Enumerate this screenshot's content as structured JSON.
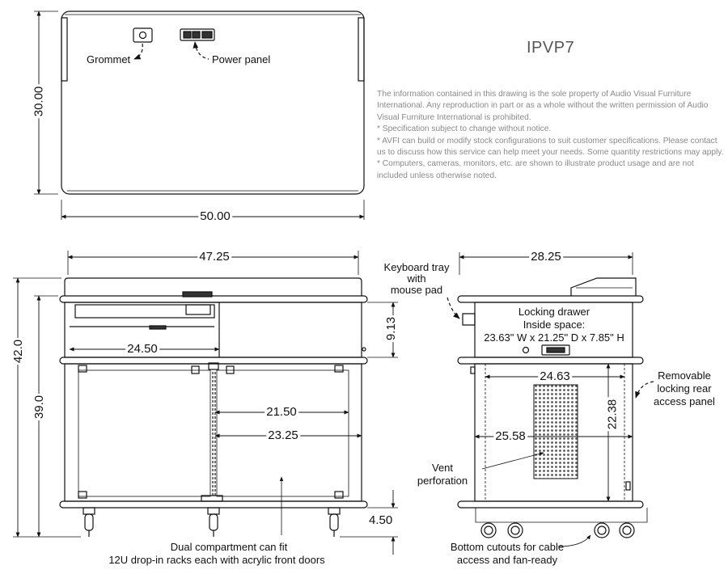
{
  "model": "IPVP7",
  "notes": [
    "The information contained in this drawing is the sole property of Audio Visual Furniture International. Any reproduction in part or as a whole without the written permission of Audio Visual Furniture International is prohibited.",
    "* Specification subject to change without notice.",
    "* AVFI can build or modify stock configurations to suit customer specifications. Please contact us to discuss how this service can help meet your needs. Some quantity restrictions may apply.",
    "* Computers, cameras, monitors, etc. are shown to illustrate product usage and are not included unless otherwise noted."
  ],
  "top_view": {
    "width": "50.00",
    "depth": "30.00",
    "grommet_label": "Grommet",
    "power_panel_label": "Power panel"
  },
  "front_view": {
    "width": "47.25",
    "height_total": "42.0",
    "height_body": "39.0",
    "drawer_height": "9.13",
    "drawer_width": "24.50",
    "inner_width_a": "21.50",
    "inner_width_b": "23.25",
    "caster_height": "4.50",
    "caption_line1": "Dual compartment can fit",
    "caption_line2": "12U drop-in racks each with acrylic front doors"
  },
  "side_view": {
    "depth": "28.25",
    "keyboard_line1": "Keyboard tray",
    "keyboard_line2": "with",
    "keyboard_line3": "mouse pad",
    "drawer_line1": "Locking drawer",
    "drawer_line2": "Inside space:",
    "drawer_line3": "23.63\" W x 21.25\" D x 7.85\" H",
    "inner_depth_a": "24.63",
    "inner_depth_b": "25.58",
    "inner_height": "22.38",
    "vent_line1": "Vent",
    "vent_line2": "perforation",
    "panel_line1": "Removable",
    "panel_line2": "locking rear",
    "panel_line3": "access panel",
    "cutout_line1": "Bottom cutouts for cable",
    "cutout_line2": "access and fan-ready"
  }
}
